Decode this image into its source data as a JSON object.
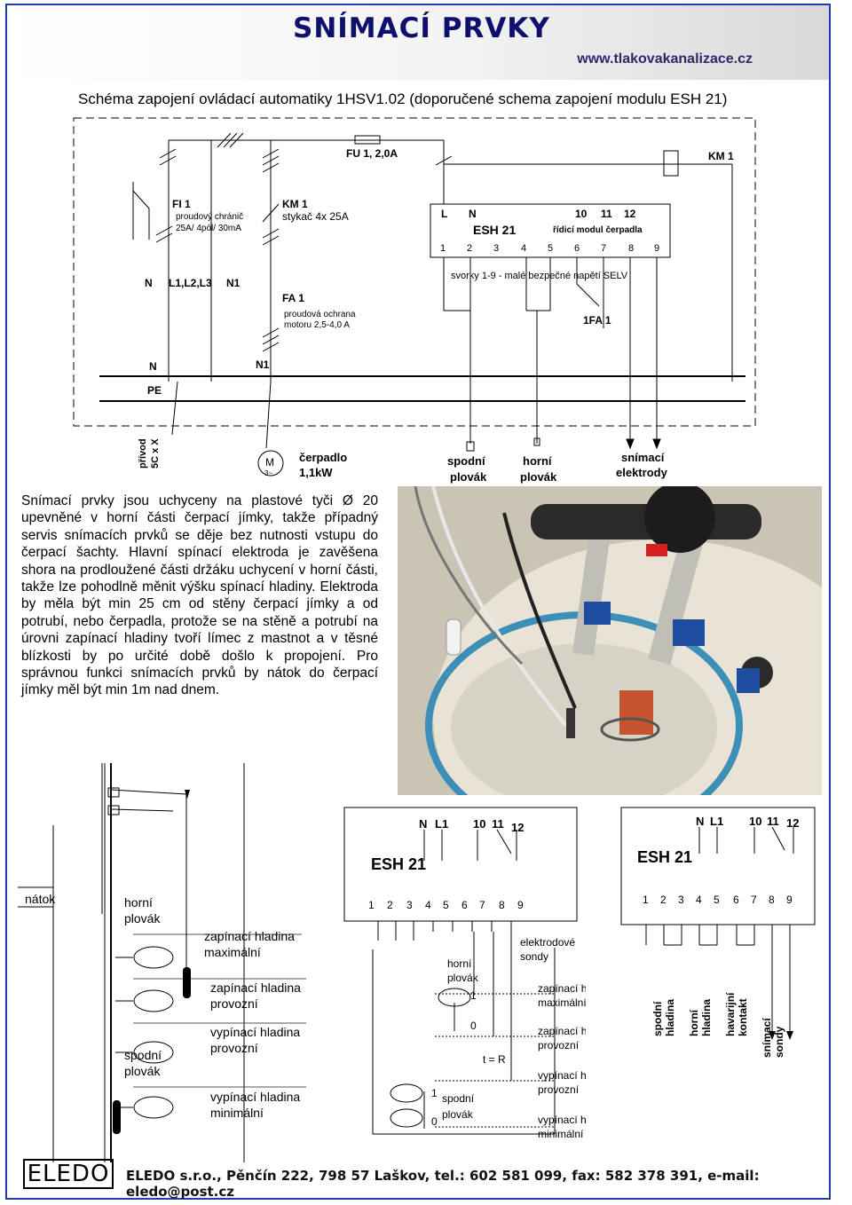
{
  "header": {
    "title": "SNÍMACÍ PRVKY",
    "website": "www.tlakovakanalizace.cz"
  },
  "subtitle": "Schéma zapojení ovládací automatiky 1HSV1.02 (doporučené schema zapojení modulu ESH 21)",
  "wiring": {
    "fu": "FU 1, 2,0A",
    "km_top": "KM 1",
    "fi": "FI 1",
    "fi_desc1": "proudový chránič",
    "fi_desc2": "25A/ 4pól/ 30mA",
    "km": "KM 1",
    "km_desc": "stykač 4x 25A",
    "module_l": "L",
    "module_n": "N",
    "module_10": "10",
    "module_11": "11",
    "module_12": "12",
    "module_name": "ESH 21",
    "module_desc": "řídicí modul čerpadla",
    "terminals": [
      "1",
      "2",
      "3",
      "4",
      "5",
      "6",
      "7",
      "8",
      "9"
    ],
    "row_n": "N",
    "row_l": "L1,L2,L3",
    "row_n1": "N1",
    "fa": "FA 1",
    "fa_desc1": "proudová ochrana",
    "fa_desc2": "motoru 2,5-4,0 A",
    "svorky": "svorky 1-9 - malé bezpečné napětí SELV",
    "ifa": "1FA 1",
    "bus_n": "N",
    "bus_n1": "N1",
    "bus_pe": "PE",
    "privod1": "přívod",
    "privod2": "5C x X",
    "motor_m": "M",
    "motor_3": "3~",
    "pump1": "čerpadlo",
    "pump2": "1,1kW",
    "spodni1": "spodní",
    "spodni2": "plovák",
    "horni1": "horní",
    "horni2": "plovák",
    "snimaci1": "snímací",
    "snimaci2": "elektrody"
  },
  "body_text": "Snímací prvky jsou uchyceny na plastové tyči Ø 20 upevněné v horní části čerpací jímky, takže případný servis snímacích prvků se děje bez nutnosti vstupu do čerpací šachty. Hlavní spínací elektroda je zavěšena shora na prodloužené části držáku uchycení v horní části, takže lze pohodlně měnit výšku spínací hladiny. Elektroda by měla být min 25 cm od stěny čerpací jímky a od potrubí, nebo čerpadla, protože se na stěně a potrubí na úrovni zapínací hladiny tvoří límec z mastnot a v těsné blízkosti by po určité době došlo k propojení. Pro správnou funkci snímacích prvků by nátok do čerpací jímky měl být min 1m nad dnem.",
  "tank": {
    "natok": "nátok",
    "horni1": "horní",
    "horni2": "plovák",
    "spodni1": "spodní",
    "spodni2": "plovák",
    "lvl1a": "zapínací hladina",
    "lvl1b": "maximální",
    "lvl2a": "zapínací hladina",
    "lvl2b": "provozní",
    "lvl3a": "vypínací hladina",
    "lvl3b": "provozní",
    "lvl4a": "vypínací hladina",
    "lvl4b": "minimální"
  },
  "esh_left": {
    "n": "N",
    "l1": "L1",
    "t10": "10",
    "t11": "11",
    "t12": "12",
    "name": "ESH 21",
    "terminals": [
      "1",
      "2",
      "3",
      "4",
      "5",
      "6",
      "7",
      "8",
      "9"
    ],
    "elektrodove1": "elektrodové",
    "elektrodove2": "sondy",
    "horni1": "horní",
    "horni2": "plovák",
    "one_a": "1",
    "zero_a": "0",
    "tr": "t = R",
    "one_b": "1",
    "zero_b": "0",
    "spodni1": "spodní",
    "spodni2": "plovák",
    "lvl1a": "zapínací hladina",
    "lvl1b": "maximální",
    "lvl2a": "zapínací hladina",
    "lvl2b": "provozní",
    "lvl3a": "vypínací hladina",
    "lvl3b": "provozní",
    "lvl4a": "vypínací hladina",
    "lvl4b": "minimální"
  },
  "esh_right": {
    "n": "N",
    "l1": "L1",
    "t10": "10",
    "t11": "11",
    "t12": "12",
    "name": "ESH 21",
    "terminals": [
      "1",
      "2",
      "3",
      "4",
      "5",
      "6",
      "7",
      "8",
      "9"
    ],
    "v1a": "spodní",
    "v1b": "hladina",
    "v2a": "horní",
    "v2b": "hladina",
    "v3a": "havarijní",
    "v3b": "kontakt",
    "v4a": "snímací",
    "v4b": "sondy"
  },
  "footer": {
    "logo": "ELEDO",
    "text": "ELEDO s.r.o., Pěnčín 222, 798 57 Laškov, tel.: 602 581 099, fax: 582 378 391, e-mail: eledo@post.cz"
  }
}
